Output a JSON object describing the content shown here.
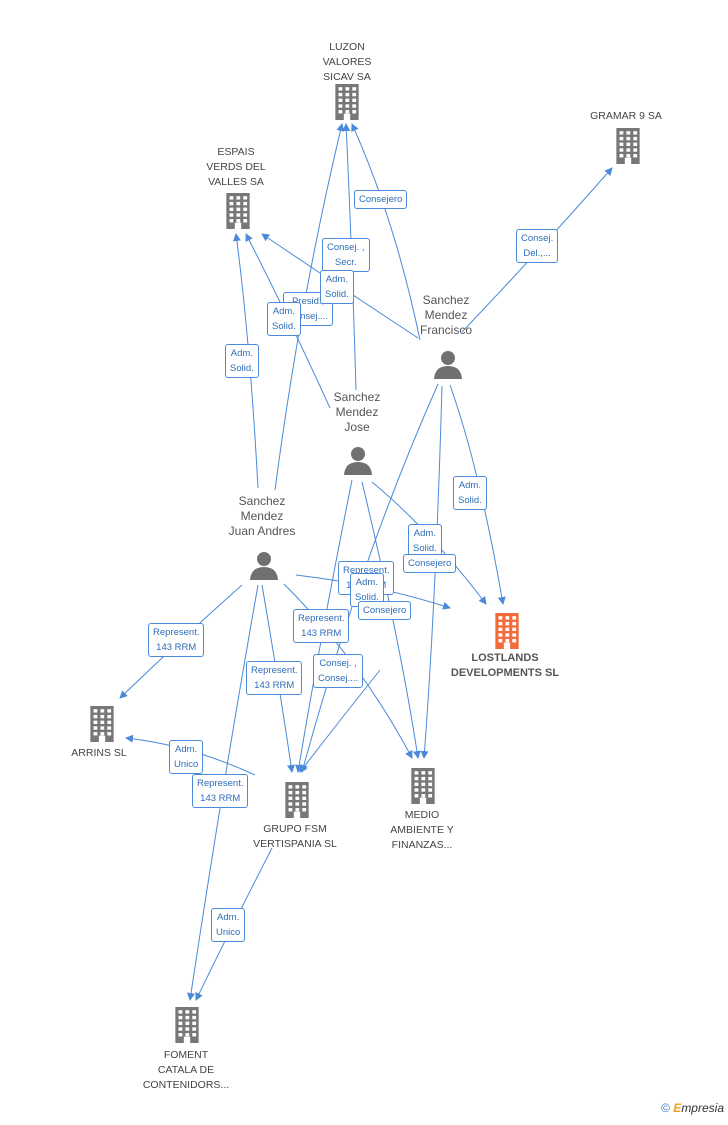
{
  "nodes": [
    {
      "id": "luzon",
      "type": "company",
      "lines": [
        "LUZON",
        "VALORES",
        "SICAV SA"
      ]
    },
    {
      "id": "gramar",
      "type": "company",
      "lines": [
        "GRAMAR 9 SA"
      ]
    },
    {
      "id": "espais",
      "type": "company",
      "lines": [
        "ESPAIS",
        "VERDS DEL",
        "VALLES SA"
      ]
    },
    {
      "id": "francisco",
      "type": "person",
      "lines": [
        "Sanchez",
        "Mendez",
        "Francisco"
      ]
    },
    {
      "id": "jose",
      "type": "person",
      "lines": [
        "Sanchez",
        "Mendez",
        "Jose"
      ]
    },
    {
      "id": "juan",
      "type": "person",
      "lines": [
        "Sanchez",
        "Mendez",
        "Juan Andres"
      ]
    },
    {
      "id": "lostlands",
      "type": "focus",
      "lines": [
        "LOSTLANDS",
        "DEVELOPMENTS SL"
      ]
    },
    {
      "id": "arrins",
      "type": "company",
      "lines": [
        "ARRINS SL"
      ]
    },
    {
      "id": "grupo",
      "type": "company",
      "lines": [
        "GRUPO FSM",
        "VERTISPANIA SL"
      ]
    },
    {
      "id": "medio",
      "type": "company",
      "lines": [
        "MEDIO",
        "AMBIENTE Y",
        "FINANZAS..."
      ]
    },
    {
      "id": "foment",
      "type": "company",
      "lines": [
        "FOMENT",
        "CATALA DE",
        "CONTENIDORS..."
      ]
    }
  ],
  "edge_labels": [
    {
      "id": "l_consejero_luzon",
      "lines": [
        "Consejero"
      ]
    },
    {
      "id": "l_consej_del_gramar",
      "lines": [
        "Consej.",
        "Del.,..."
      ]
    },
    {
      "id": "l_consej_secr",
      "lines": [
        "Consej. ,",
        "Secr."
      ]
    },
    {
      "id": "l_presid",
      "lines": [
        "Presid.,",
        "Consej...."
      ]
    },
    {
      "id": "l_adm_solid_a",
      "lines": [
        "Adm.",
        "Solid."
      ]
    },
    {
      "id": "l_adm_solid_b",
      "lines": [
        "Adm.",
        "Solid."
      ]
    },
    {
      "id": "l_adm_solid_c",
      "lines": [
        "Adm.",
        "Solid."
      ]
    },
    {
      "id": "l_adm_solid_d",
      "lines": [
        "Adm.",
        "Solid."
      ]
    },
    {
      "id": "l_adm_solid_e",
      "lines": [
        "Adm.",
        "Solid."
      ]
    },
    {
      "id": "l_consejero_b",
      "lines": [
        "Consejero"
      ]
    },
    {
      "id": "l_represent_a",
      "lines": [
        "Represent.",
        "143 RRM"
      ]
    },
    {
      "id": "l_adm_solid_f",
      "lines": [
        "Adm.",
        "Solid."
      ]
    },
    {
      "id": "l_consejero_c",
      "lines": [
        "Consejero"
      ]
    },
    {
      "id": "l_represent_b",
      "lines": [
        "Represent.",
        "143 RRM"
      ]
    },
    {
      "id": "l_represent_c",
      "lines": [
        "Represent.",
        "143 RRM"
      ]
    },
    {
      "id": "l_represent_d",
      "lines": [
        "Represent.",
        "143 RRM"
      ]
    },
    {
      "id": "l_consej_consej",
      "lines": [
        "Consej. ,",
        "Consej...."
      ]
    },
    {
      "id": "l_adm_unico_a",
      "lines": [
        "Adm.",
        "Unico"
      ]
    },
    {
      "id": "l_represent_e",
      "lines": [
        "Represent.",
        "143 RRM"
      ]
    },
    {
      "id": "l_adm_unico_b",
      "lines": [
        "Adm.",
        "Unico"
      ]
    }
  ],
  "footer": {
    "copyright": "©",
    "brand_first": "E",
    "brand_rest": "mpresia"
  },
  "colors": {
    "edge": "#4a8ad9",
    "company_icon": "#777777",
    "focus_icon": "#f26b3a",
    "person_icon": "#707070"
  }
}
